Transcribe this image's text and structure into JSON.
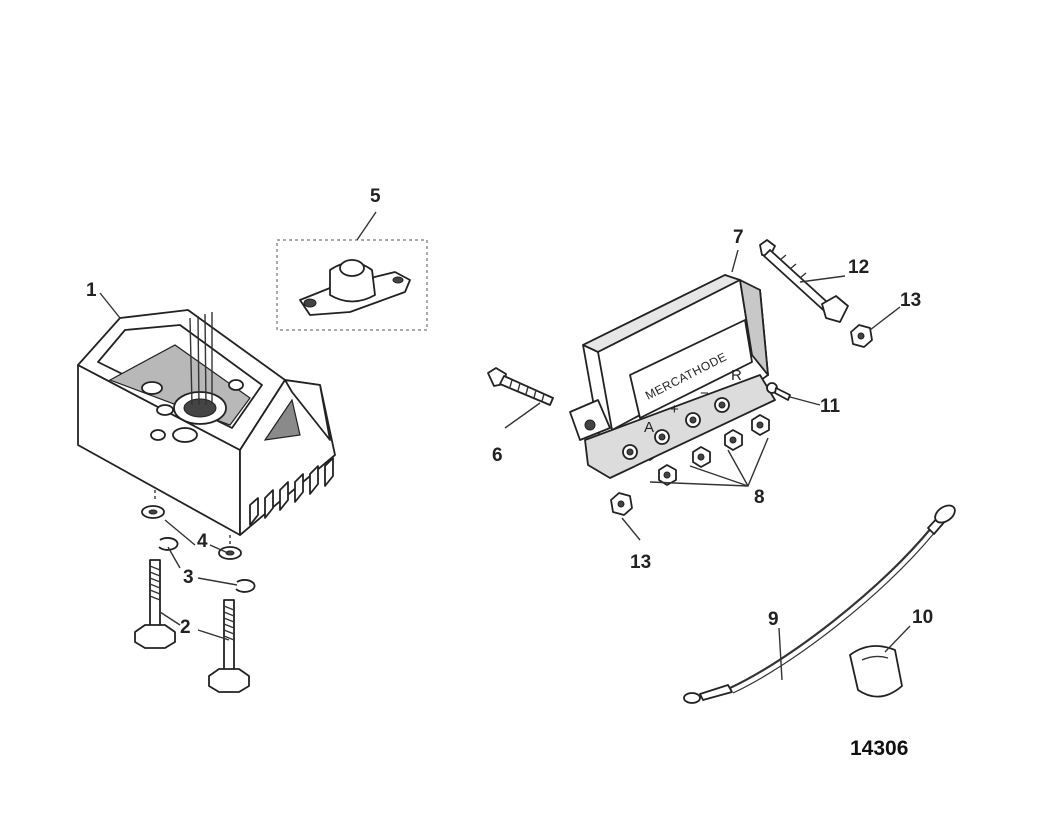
{
  "figure_number": "14306",
  "regulator_label": "MERCATHODE",
  "terminals": [
    "A",
    "+",
    "−",
    "R"
  ],
  "callouts": [
    {
      "id": "1",
      "label": "1"
    },
    {
      "id": "2",
      "label": "2"
    },
    {
      "id": "3",
      "label": "3"
    },
    {
      "id": "4",
      "label": "4"
    },
    {
      "id": "5",
      "label": "5"
    },
    {
      "id": "6",
      "label": "6"
    },
    {
      "id": "7",
      "label": "7"
    },
    {
      "id": "8",
      "label": "8"
    },
    {
      "id": "9",
      "label": "9"
    },
    {
      "id": "10",
      "label": "10"
    },
    {
      "id": "11",
      "label": "11"
    },
    {
      "id": "12",
      "label": "12"
    },
    {
      "id": "13a",
      "label": "13"
    },
    {
      "id": "13b",
      "label": "13"
    }
  ]
}
